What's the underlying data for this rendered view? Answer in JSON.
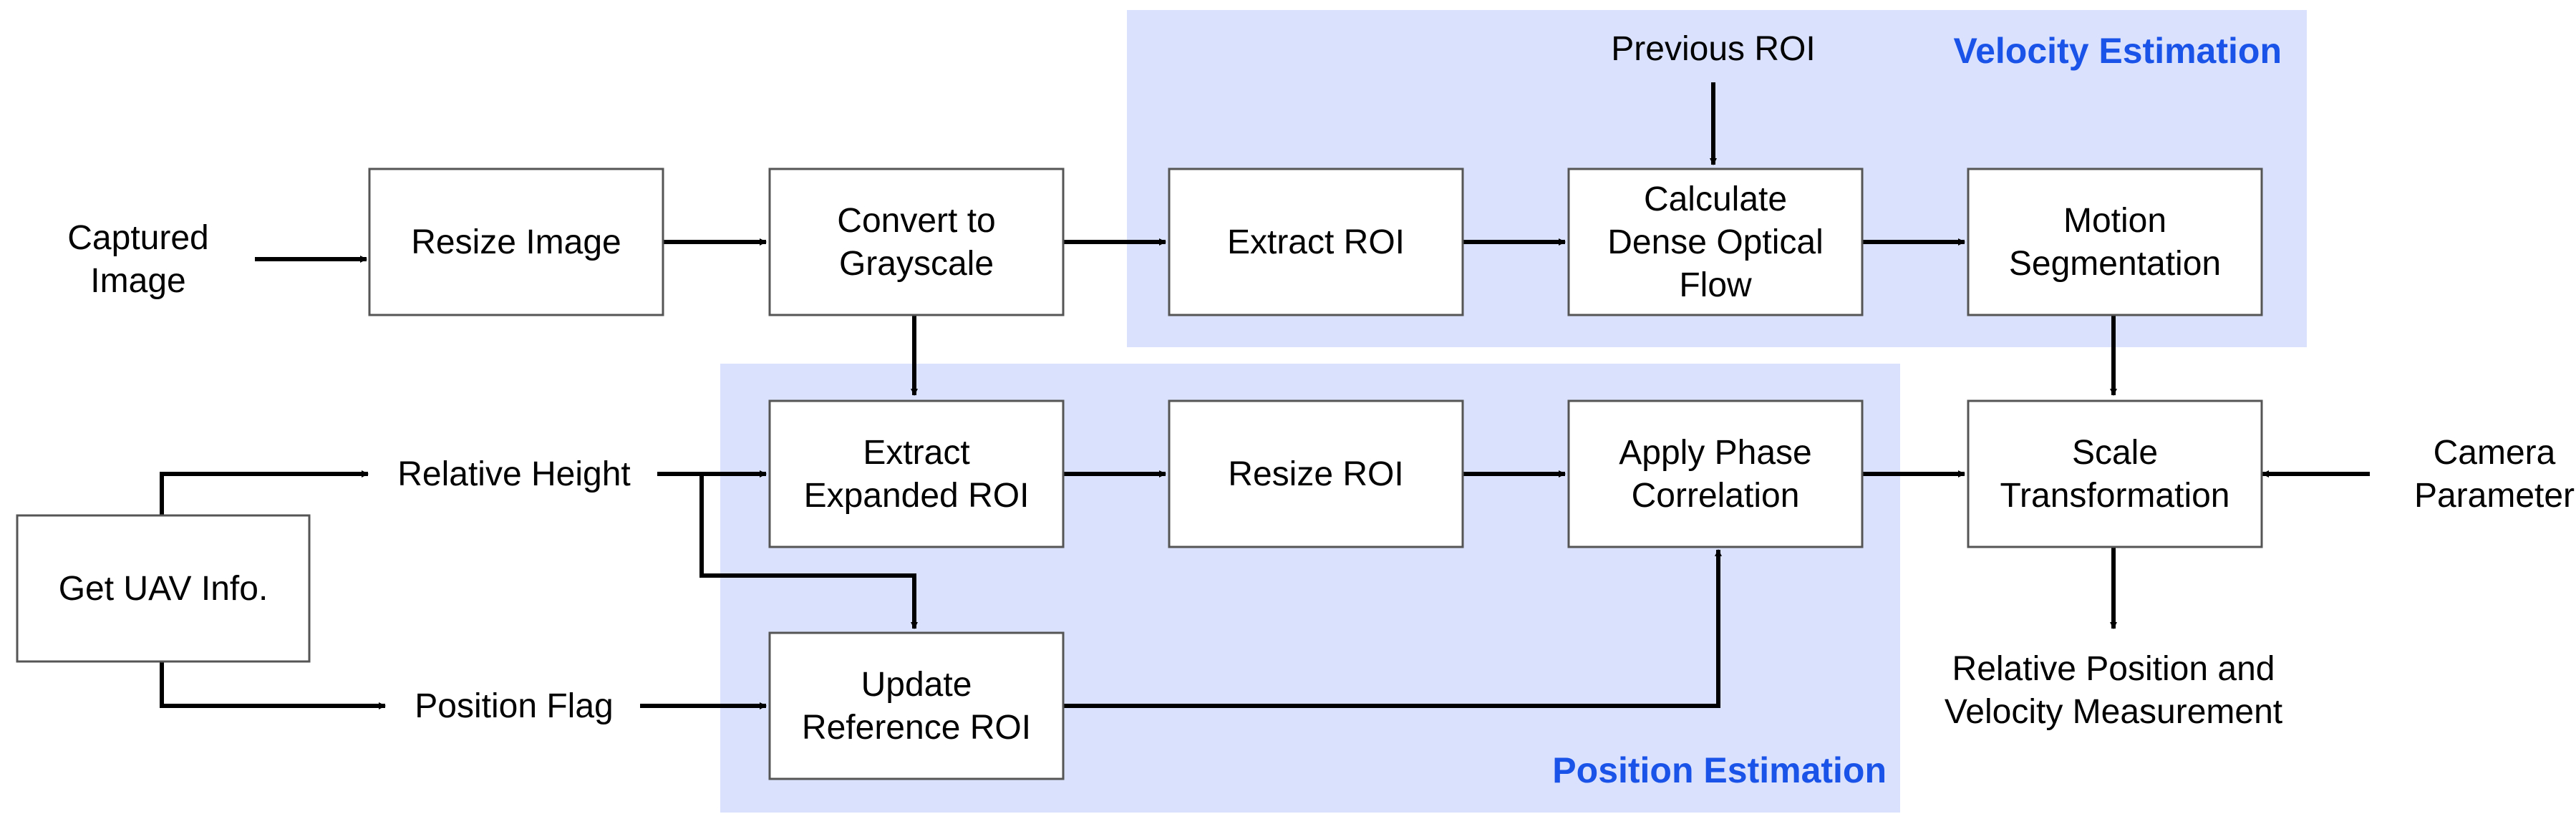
{
  "regions": {
    "velocity_label": "Velocity Estimation",
    "position_label": "Position Estimation"
  },
  "nodes": {
    "resize_image": [
      "Resize Image"
    ],
    "convert_grayscale": [
      "Convert to",
      "Grayscale"
    ],
    "extract_roi": [
      "Extract ROI"
    ],
    "dense_flow": [
      "Calculate",
      "Dense Optical",
      "Flow"
    ],
    "motion_seg": [
      "Motion",
      "Segmentation"
    ],
    "extract_expanded": [
      "Extract",
      "Expanded ROI"
    ],
    "resize_roi": [
      "Resize ROI"
    ],
    "phase_corr": [
      "Apply Phase",
      "Correlation"
    ],
    "scale_transform": [
      "Scale",
      "Transformation"
    ],
    "update_ref": [
      "Update",
      "Reference ROI"
    ],
    "get_uav": [
      "Get UAV Info."
    ]
  },
  "labels": {
    "captured_image": [
      "Captured",
      "Image"
    ],
    "previous_roi": [
      "Previous ROI"
    ],
    "relative_height": [
      "Relative Height"
    ],
    "position_flag": [
      "Position Flag"
    ],
    "camera_parameter": [
      "Camera",
      "Parameter"
    ],
    "output": [
      "Relative Position and",
      "Velocity Measurement"
    ]
  }
}
